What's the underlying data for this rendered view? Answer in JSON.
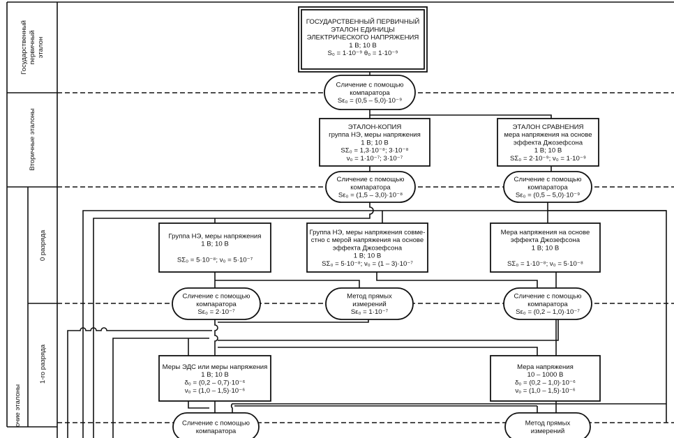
{
  "side_labels": {
    "primary": [
      "Государственный",
      "первичный",
      "эталон"
    ],
    "secondary": "Вторичные эталоны",
    "working": "очие эталоны",
    "rank0": "0 разряда",
    "rank1": "1-го разряда"
  },
  "primary": {
    "lines": [
      "ГОСУДАРСТВЕННЫЙ ПЕРВИЧНЫЙ",
      "ЭТАЛОН ЕДИНИЦЫ",
      "ЭЛЕКТРИЧЕСКОГО НАПРЯЖЕНИЯ",
      "1 В; 10 В",
      "S₀ = 1·10⁻⁹          θ₀ = 1·10⁻⁹"
    ]
  },
  "oval_primary": {
    "lines": [
      "Сличение с помощью",
      "компаратора",
      "Sε₀ = (0,5 – 5,0)·10⁻⁹"
    ]
  },
  "copy_etalon": {
    "lines": [
      "ЭТАЛОН-КОПИЯ",
      "группа НЭ, меры напряжения",
      "1 В;      10 В",
      "SΣ₀ = 1,3·10⁻⁸; 3·10⁻⁸",
      "ν₀ = 1·10⁻⁷; 3·10⁻⁷"
    ]
  },
  "comparison_etalon": {
    "lines": [
      "ЭТАЛОН СРАВНЕНИЯ",
      "мера напряжения на основе",
      "эффекта Джозефсона",
      "1 В; 10 В",
      "SΣ₀ = 2·10⁻⁹; ν₀ = 1·10⁻⁹"
    ]
  },
  "oval_copy": {
    "lines": [
      "Сличение с помощью",
      "компаратора",
      "Sε₀ = (1,5 – 3,0)·10⁻⁸"
    ]
  },
  "oval_comparison": {
    "lines": [
      "Сличение с помощью",
      "компаратора",
      "Sε₀ = (0,5 – 5,0)·10⁻⁹"
    ]
  },
  "rank0_group": {
    "lines": [
      "Группа НЭ, меры напряжения",
      "1 В; 10 В",
      "",
      "SΣ₀ = 5·10⁻⁸; ν₀ = 5·10⁻⁷"
    ]
  },
  "rank0_group_josephson": {
    "lines": [
      "Группа НЭ, меры напряжения совме-",
      "стно с мерой напряжения на основе",
      "эффекта Джозефсона",
      "1 В; 10 В",
      "SΣ₀ = 5·10⁻⁸; ν₀ = (1 – 3)·10⁻⁷"
    ]
  },
  "rank0_josephson": {
    "lines": [
      "Мера напряжения на основе",
      "эффекта Джозефсона",
      "1 В; 10 В",
      "",
      "SΣ₀ = 1·10⁻⁸; ν₀ = 5·10⁻⁸"
    ]
  },
  "oval_rank0_left": {
    "lines": [
      "Сличение с помощью",
      "компаратора",
      "Sε₀ = 2·10⁻⁷"
    ]
  },
  "oval_rank0_mid": {
    "lines": [
      "Метод прямых",
      "измерений",
      "Sε₀ = 1·10⁻⁷"
    ]
  },
  "oval_rank0_right": {
    "lines": [
      "Сличение с помощью",
      "компаратора",
      "Sε₀ = (0,2 – 1,0)·10⁻⁷"
    ]
  },
  "rank1_emf": {
    "lines": [
      "Меры ЭДС или меры напряжения",
      "1 В; 10 В",
      "δ₀ = (0,2 – 0,7)·10⁻⁶",
      "ν₀ = (1,0 – 1,5)·10⁻⁶"
    ]
  },
  "rank1_voltage": {
    "lines": [
      "Мера напряжения",
      "10 – 1000 В",
      "δ₀ = (0,2 – 1,0)·10⁻⁶",
      "ν₀ = (1,0 – 1,5)·10⁻⁶"
    ]
  },
  "oval_rank1_left": {
    "lines": [
      "Сличение с помощью",
      "компаратора"
    ]
  },
  "oval_rank1_right": {
    "lines": [
      "Метод прямых",
      "измерений"
    ]
  }
}
